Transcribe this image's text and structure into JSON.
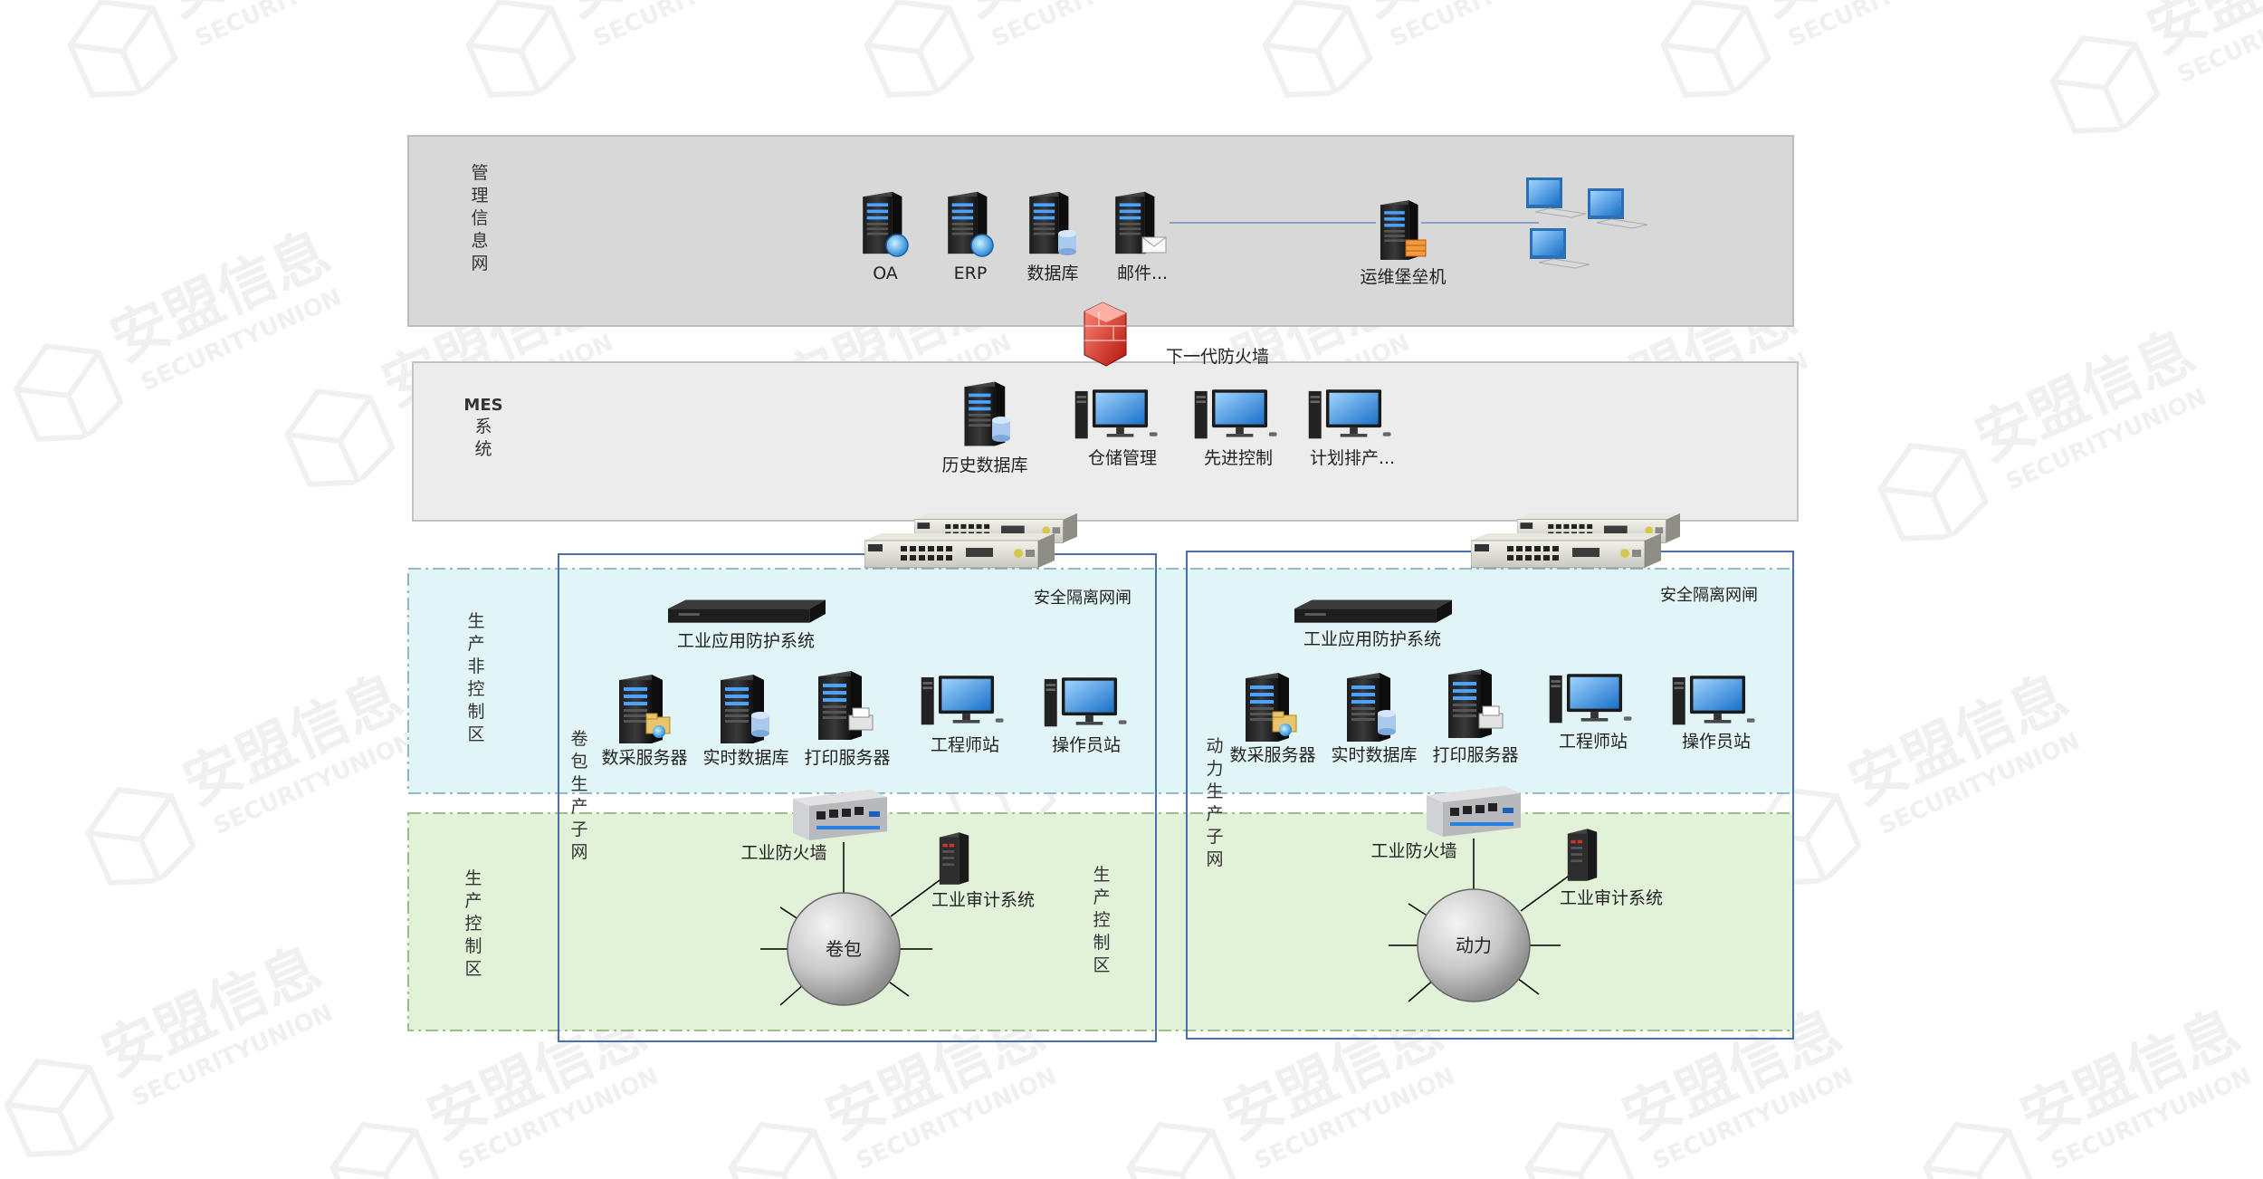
{
  "watermark": {
    "logo_text": "安盟信息",
    "sub_text": "SECURITYUNION"
  },
  "zones": {
    "management": {
      "label": "管理信息网"
    },
    "mes": {
      "label_top": "MES",
      "label_rest": "系统"
    },
    "noncontrol": {
      "label": "生产非控制区"
    },
    "control": {
      "label": "生产控制区"
    }
  },
  "management": {
    "servers": [
      {
        "label": "OA",
        "badge": "globe"
      },
      {
        "label": "ERP",
        "badge": "globe"
      },
      {
        "label": "数据库",
        "badge": "database"
      },
      {
        "label": "邮件...",
        "badge": "mail"
      }
    ],
    "bastion": {
      "label": "运维堡垒机"
    }
  },
  "firewall": {
    "label": "下一代防火墙"
  },
  "mes": {
    "items": [
      {
        "label": "历史数据库",
        "kind": "server"
      },
      {
        "label": "仓储管理",
        "kind": "pc"
      },
      {
        "label": "先进控制",
        "kind": "pc"
      },
      {
        "label": "计划排产...",
        "kind": "pc"
      }
    ]
  },
  "subnets": [
    {
      "name": "卷包生产子网",
      "gateway_label": "安全隔离网闸",
      "ips_label": "工业应用防护系统",
      "servers": [
        "数采服务器",
        "实时数据库",
        "打印服务器"
      ],
      "stations": [
        "工程师站",
        "操作员站"
      ],
      "fw_label": "工业防火墙",
      "audit_label": "工业审计系统",
      "hub_label": "卷包",
      "control_label": "生产控制区"
    },
    {
      "name": "动力生产子网",
      "gateway_label": "安全隔离网闸",
      "ips_label": "工业应用防护系统",
      "servers": [
        "数采服务器",
        "实时数据库",
        "打印服务器"
      ],
      "stations": [
        "工程师站",
        "操作员站"
      ],
      "fw_label": "工业防火墙",
      "audit_label": "工业审计系统",
      "hub_label": "动力"
    }
  ]
}
